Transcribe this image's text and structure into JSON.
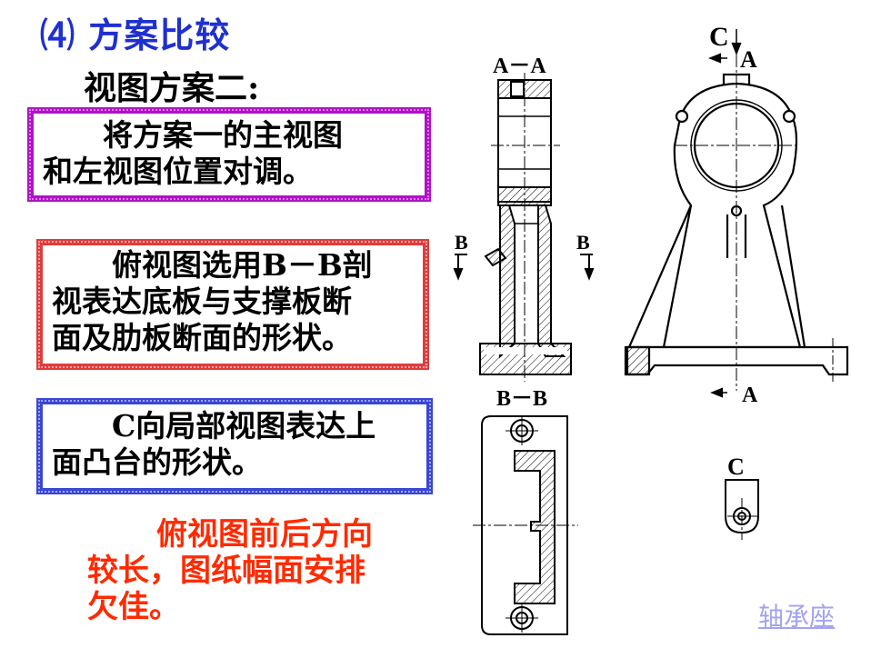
{
  "title": "⑷ 方案比较",
  "subtitle": "视图方案二:",
  "boxes": [
    {
      "line1": "将方案一的主视图",
      "line2": "和左视图位置对调。"
    },
    {
      "line1": "俯视图选用B－B剖",
      "line2": "视表达底板与支撑板断",
      "line3": "面及肋板断面的形状。"
    },
    {
      "line1": "C向局部视图表达上",
      "line2": "面凸台的形状。"
    }
  ],
  "note": {
    "line1": "俯视图前后方向",
    "line2": "较长，图纸幅面安排",
    "line3": "欠佳。"
  },
  "link_text": "轴承座",
  "labels": {
    "section_aa": "A－A",
    "section_bb": "B－B",
    "b_left": "B",
    "b_right": "B",
    "c_top": "C",
    "a_top": "A",
    "a_bottom": "A",
    "c_view": "C"
  },
  "colors": {
    "title": "#1f2fd0",
    "box_purple": "#b012c8",
    "box_red": "#e03c3c",
    "box_blue": "#3a46d6",
    "note": "#ff2a00",
    "link": "#a3a3f0"
  }
}
